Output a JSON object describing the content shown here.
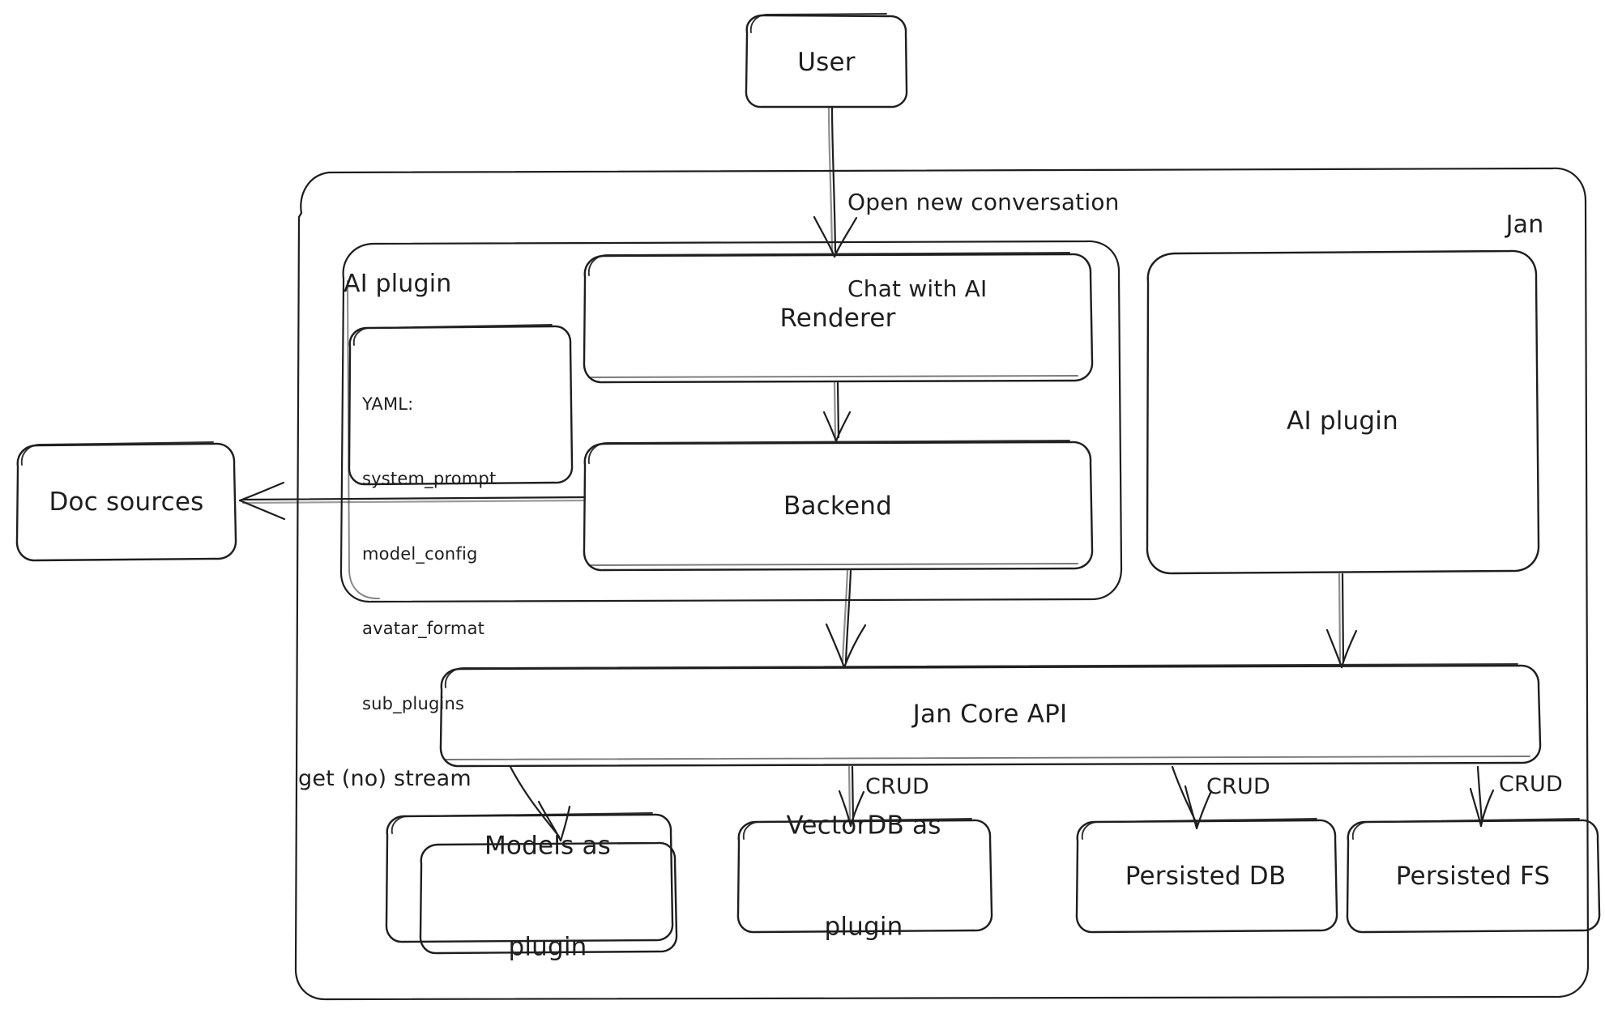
{
  "diagram": {
    "title": "Jan architecture overview",
    "style": "hand-drawn",
    "stroke_color": "#1e1e1e",
    "background_color": "#ffffff"
  },
  "containers": {
    "jan": {
      "label": "Jan"
    },
    "ai_plugin_group": {
      "label": "AI plugin"
    }
  },
  "nodes": {
    "user": {
      "label": "User"
    },
    "renderer": {
      "label": "Renderer"
    },
    "backend": {
      "label": "Backend"
    },
    "doc_sources": {
      "label": "Doc sources"
    },
    "ai_plugin": {
      "label": "AI plugin"
    },
    "jan_core_api": {
      "label": "Jan Core API"
    },
    "models_plugin": {
      "label_line1": "Models as",
      "label_line2": "plugin"
    },
    "vectordb_plugin": {
      "label_line1": "VectorDB as",
      "label_line2": "plugin"
    },
    "persisted_db": {
      "label": "Persisted DB"
    },
    "persisted_fs": {
      "label": "Persisted FS"
    }
  },
  "yaml_card": {
    "header": "YAML:",
    "keys": [
      "system_prompt",
      "model_config",
      "avatar_format",
      "sub_plugins"
    ]
  },
  "edge_labels": {
    "user_to_renderer_line1": "Open new conversation",
    "user_to_renderer_line2": "Chat with AI",
    "core_to_models": "get (no) stream",
    "core_to_vectordb": "CRUD",
    "core_to_persisted_db": "CRUD",
    "core_to_persisted_fs": "CRUD"
  }
}
